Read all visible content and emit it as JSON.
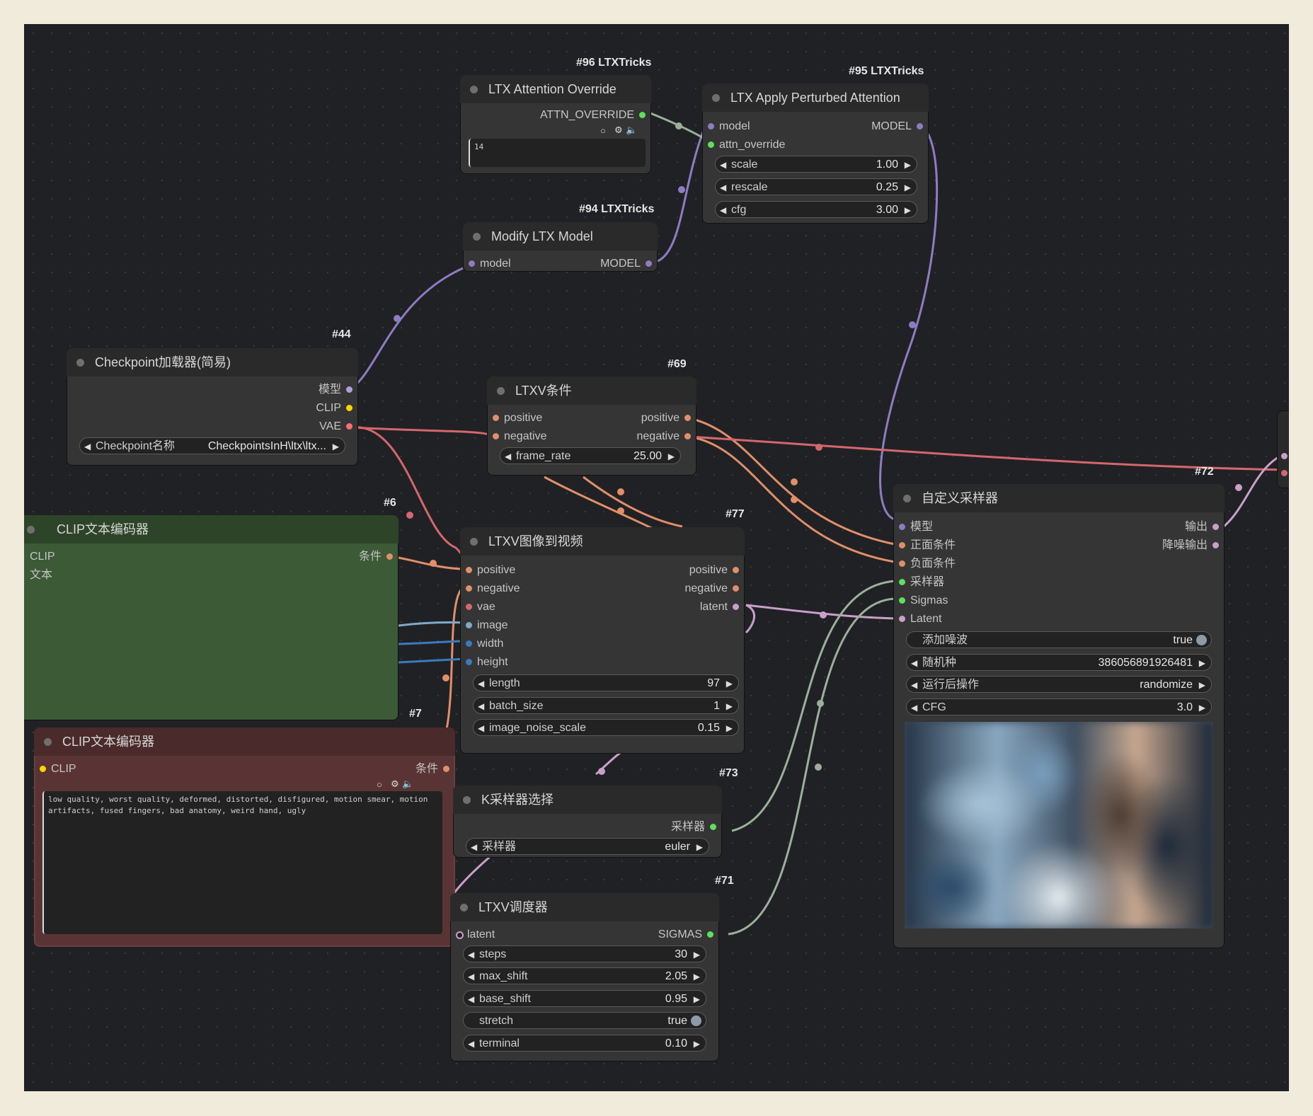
{
  "nodes": {
    "attn_override": {
      "badge": "#96 LTXTricks",
      "title": "LTX Attention Override",
      "output": "ATTN_OVERRIDE",
      "text_value": "14"
    },
    "apply_perturbed": {
      "badge": "#95 LTXTricks",
      "title": "LTX Apply Perturbed Attention",
      "inputs": [
        "model",
        "attn_override"
      ],
      "output": "MODEL",
      "widgets": [
        {
          "label": "scale",
          "value": "1.00"
        },
        {
          "label": "rescale",
          "value": "0.25"
        },
        {
          "label": "cfg",
          "value": "3.00"
        }
      ]
    },
    "modify_model": {
      "badge": "#94 LTXTricks",
      "title": "Modify LTX Model",
      "input": "model",
      "output": "MODEL"
    },
    "checkpoint": {
      "badge": "#44",
      "title": "Checkpoint加载器(简易)",
      "outputs": [
        "模型",
        "CLIP",
        "VAE"
      ],
      "widget": {
        "label": "Checkpoint名称",
        "value": "CheckpointsInH\\ltx\\ltx..."
      }
    },
    "ltxv_cond": {
      "badge": "#69",
      "title": "LTXV条件",
      "inputs": [
        "positive",
        "negative"
      ],
      "outputs": [
        "positive",
        "negative"
      ],
      "widget": {
        "label": "frame_rate",
        "value": "25.00"
      }
    },
    "clip_pos": {
      "badge": "#6",
      "title": "CLIP文本编码器",
      "inputs": [
        "CLIP",
        "文本"
      ],
      "output": "条件"
    },
    "img2vid": {
      "badge": "#77",
      "title": "LTXV图像到视频",
      "inputs": [
        "positive",
        "negative",
        "vae",
        "image",
        "width",
        "height"
      ],
      "outputs": [
        "positive",
        "negative",
        "latent"
      ],
      "widgets": [
        {
          "label": "length",
          "value": "97"
        },
        {
          "label": "batch_size",
          "value": "1"
        },
        {
          "label": "image_noise_scale",
          "value": "0.15"
        }
      ]
    },
    "clip_neg": {
      "badge": "#7",
      "title": "CLIP文本编码器",
      "input": "CLIP",
      "output": "条件",
      "text": "low quality, worst quality, deformed, distorted, disfigured, motion smear, motion artifacts, fused fingers, bad anatomy, weird hand, ugly"
    },
    "ksampler_select": {
      "badge": "#73",
      "title": "K采样器选择",
      "output": "采样器",
      "widget": {
        "label": "采样器",
        "value": "euler"
      }
    },
    "scheduler": {
      "badge": "#71",
      "title": "LTXV调度器",
      "input": "latent",
      "output": "SIGMAS",
      "widgets": [
        {
          "label": "steps",
          "value": "30"
        },
        {
          "label": "max_shift",
          "value": "2.05"
        },
        {
          "label": "base_shift",
          "value": "0.95"
        },
        {
          "label": "stretch",
          "value": "true"
        },
        {
          "label": "terminal",
          "value": "0.10"
        }
      ]
    },
    "custom_sampler": {
      "badge": "#72",
      "title": "自定义采样器",
      "inputs": [
        "模型",
        "正面条件",
        "负面条件",
        "采样器",
        "Sigmas",
        "Latent"
      ],
      "outputs": [
        "输出",
        "降噪输出"
      ],
      "widgets": [
        {
          "label": "添加噪波",
          "value": "true"
        },
        {
          "label": "随机种",
          "value": "386056891926481"
        },
        {
          "label": "运行后操作",
          "value": "randomize"
        },
        {
          "label": "CFG",
          "value": "3.0"
        }
      ]
    }
  },
  "colors": {
    "canvas": "#202124",
    "model": "#b39ddb",
    "clip": "#ffd500",
    "vae": "#ff6e6e",
    "conditioning": "#ffa931",
    "latent": "#ff9cf9",
    "image": "#64b5f6",
    "int": "#5b9bd5",
    "sampler": "#5de05d",
    "sigmas": "#5de05d",
    "clip_node_green": "#2e4a2a",
    "clip_node_red": "#533030"
  },
  "icons": [
    "circle-icon",
    "gear-icon",
    "speaker-icon",
    "arrow-left-icon",
    "arrow-right-icon"
  ]
}
